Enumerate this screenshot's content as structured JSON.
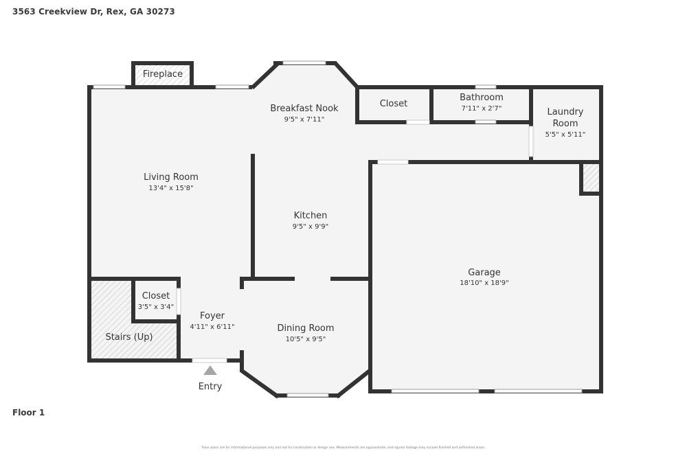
{
  "address": "3563 Creekview Dr, Rex, GA 30273",
  "floor_label": "Floor 1",
  "disclaimer": "Floor plans are for informational purposes only and not for construction or design use. Measurements are approximate, and square footage may include finished and unfinished areas.",
  "entry_label": "Entry",
  "rooms": {
    "fireplace": {
      "name": "Fireplace"
    },
    "breakfast_nook": {
      "name": "Breakfast Nook",
      "dims": "9'5\" x 7'11\""
    },
    "closet_top": {
      "name": "Closet"
    },
    "bathroom": {
      "name": "Bathroom",
      "dims": "7'11\" x 2'7\""
    },
    "laundry": {
      "name_line1": "Laundry",
      "name_line2": "Room",
      "dims": "5'5\" x 5'11\""
    },
    "living_room": {
      "name": "Living Room",
      "dims": "13'4\" x 15'8\""
    },
    "kitchen": {
      "name": "Kitchen",
      "dims": "9'5\" x 9'9\""
    },
    "garage": {
      "name": "Garage",
      "dims": "18'10\" x 18'9\""
    },
    "closet_left": {
      "name": "Closet",
      "dims": "3'5\" x 3'4\""
    },
    "foyer": {
      "name": "Foyer",
      "dims": "4'11\" x 6'11\""
    },
    "stairs": {
      "name": "Stairs (Up)"
    },
    "dining_room": {
      "name": "Dining Room",
      "dims": "10'5\" x 9'5\""
    }
  },
  "colors": {
    "wall": "#333333",
    "floor": "#f4f4f4",
    "hatch": "#b8b8b8"
  }
}
